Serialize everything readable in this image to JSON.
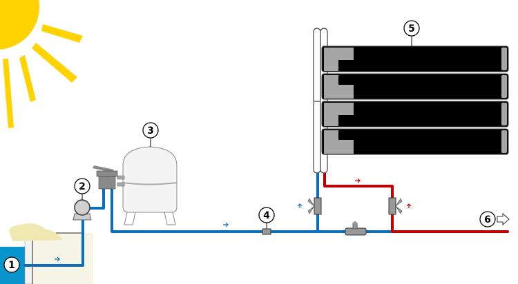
{
  "labels": {
    "pool": "1",
    "pump": "2",
    "filter": "3",
    "valve": "4",
    "collectors": "5",
    "outlet": "6"
  },
  "colors": {
    "cold_pipe": "#0a6ebd",
    "hot_pipe": "#c00000",
    "sun": "#ffd200",
    "pool_water": "#0a94cc",
    "collector": "#000000"
  }
}
